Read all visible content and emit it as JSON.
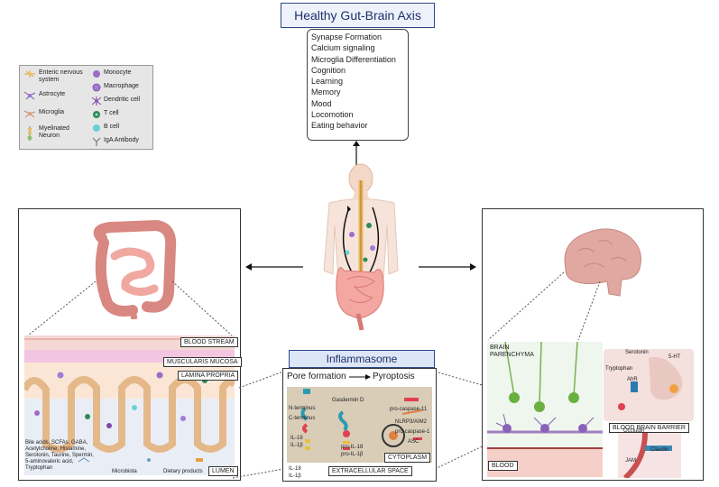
{
  "title": "Healthy Gut-Brain Axis",
  "functions": [
    "Synapse Formation",
    "Calcium signaling",
    "Microglia Differentiation",
    "Cognition",
    "Learning",
    "Memory",
    "Mood",
    "Locomotion",
    "Eating behavior"
  ],
  "legend": {
    "left": [
      {
        "icon": "enteric-nervous-system-icon",
        "label": "Enteric nervous system"
      },
      {
        "icon": "astrocyte-icon",
        "label": "Astrocyte"
      },
      {
        "icon": "microglia-icon",
        "label": "Microglia"
      },
      {
        "icon": "myelinated-neuron-icon",
        "label": "Myelinated Neuron"
      }
    ],
    "right": [
      {
        "icon": "monocyte-icon",
        "label": "Monocyte"
      },
      {
        "icon": "macrophage-icon",
        "label": "Macrophage"
      },
      {
        "icon": "dendritic-cell-icon",
        "label": "Dendritic cell"
      },
      {
        "icon": "t-cell-icon",
        "label": "T cell"
      },
      {
        "icon": "b-cell-icon",
        "label": "B cell"
      },
      {
        "icon": "iga-antibody-icon",
        "label": "IgA Antibody"
      }
    ]
  },
  "gut": {
    "blood_stream": "BLOOD STREAM",
    "muscularis": "MUSCULARIS MUCOSA",
    "lamina": "LAMINA PROPRIA",
    "lumen": "LUMEN",
    "metabolites": "Bile acids, SCFAs, GABA, Acetylcholine, Histamine, Serotonin, Taurine, Spermin, 5-aminovaleric acid, Tryptophan",
    "microbiota": "Microbiota",
    "dietary": "Dietary products"
  },
  "inflammasome": {
    "title": "Inflammasome",
    "pore": "Pore formation",
    "pyro": "Pyroptosis",
    "gasdermin": "Gasdermin D",
    "n_term": "N-terminus",
    "c_term": "C-terminus",
    "procasp11": "pro-caspase-11",
    "nlrp3": "NLRP3/AIM2",
    "procasp1": "pro-caspase-1",
    "asc": "ASC",
    "il18": "IL-18",
    "il1b": "IL-1β",
    "proil18": "pro-IL-18",
    "proil1b": "pro-IL-1β",
    "cytoplasm": "CYTOPLASM",
    "extracellular": "EXTRACELLULAR SPACE"
  },
  "brain": {
    "parenchyma": "BRAIN PARENCHYMA",
    "blood": "BLOOD",
    "serotonin": "Serotonin",
    "ht": "5-HT",
    "tryptophan": "Tryptophan",
    "ahr": "AhR",
    "bbb": "BLOOD BRAIN BARRIER",
    "occludin": "Occludin",
    "claudin": "Claudin",
    "jam": "JAM"
  }
}
